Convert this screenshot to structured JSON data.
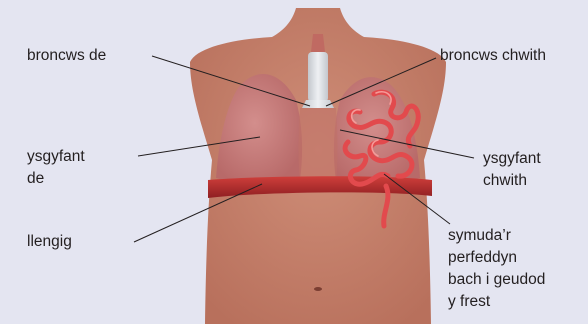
{
  "colors": {
    "background": "#e4e5f1",
    "skin": "#c8826b",
    "lung": "#c97c7a",
    "diaphragm": "#b32a2a",
    "intestine": "#e24a4d",
    "trachea": "#d4d7dc",
    "leader_line": "#231f20"
  },
  "labels": {
    "right_bronchus": "broncws de",
    "left_bronchus": "broncws chwith",
    "right_lung": "ysgyfant\nde",
    "left_lung": "ysgyfant\nchwith",
    "diaphragm": "llengig",
    "small_intestine": "symuda’r\nperfeddyn\nbach i geudod\ny frest"
  }
}
